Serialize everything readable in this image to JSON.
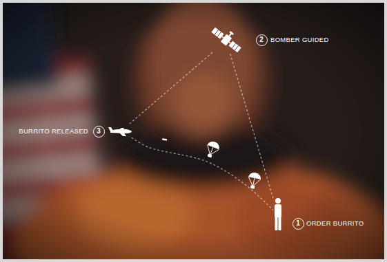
{
  "diagram": {
    "nodes": [
      {
        "text": [
          "1",
          "ORDER BURRITO"
        ]
      },
      {
        "text": [
          "2",
          "BOMBER GUIDED"
        ]
      },
      {
        "text": [
          "3",
          "BURRITO RELEASED"
        ]
      }
    ],
    "edges": [
      {
        "from": 0,
        "to": 1,
        "arrow": "none"
      },
      {
        "from": 1,
        "to": 2,
        "arrow": "none"
      },
      {
        "from": 2,
        "to": 0,
        "arrow": "none"
      }
    ]
  }
}
